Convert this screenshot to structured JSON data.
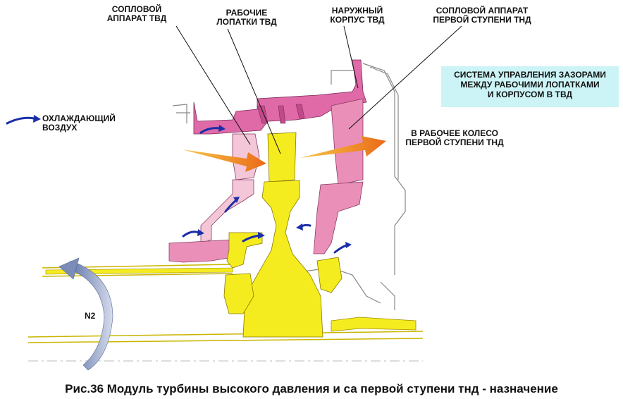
{
  "labels": {
    "nozzle_hpt": "СОПЛОВОЙ\nАППАРАТ ТВД",
    "blades_hpt": "РАБОЧИЕ\nЛОПАТКИ ТВД",
    "outer_case": "НАРУЖНЫЙ\nКОРПУС ТВД",
    "nozzle_lpt1": "СОПЛОВОЙ АППАРАТ\nПЕРВОЙ СТУПЕНИ ТНД",
    "cooling_air": "ОХЛАЖДАЮЩИЙ\nВОЗДУХ",
    "to_lpt_wheel": "В РАБОЧЕЕ КОЛЕСО\nПЕРВОЙ СТУПЕНИ ТНД",
    "n2": "N2"
  },
  "info_box": "СИСТЕМА УПРАВЛЕНИЯ ЗАЗОРАМИ\nМЕЖДУ РАБОЧИМИ ЛОПАТКАМИ\nИ КОРПУСОМ В ТВД",
  "caption": "Рис.36 Модуль турбины высокого давления и са первой ступени тнд - назначение",
  "colors": {
    "rotor": "#f5ec1f",
    "stator_pink": "#e98fb8",
    "stator_light": "#f3c6d8",
    "case_magenta": "#e06aa8",
    "arrow_blue": "#1a2ea8",
    "hot_gas_start": "#f7c84a",
    "hot_gas_end": "#ea6a18",
    "info_bg": "#ccf4f6",
    "outline": "#777777"
  }
}
